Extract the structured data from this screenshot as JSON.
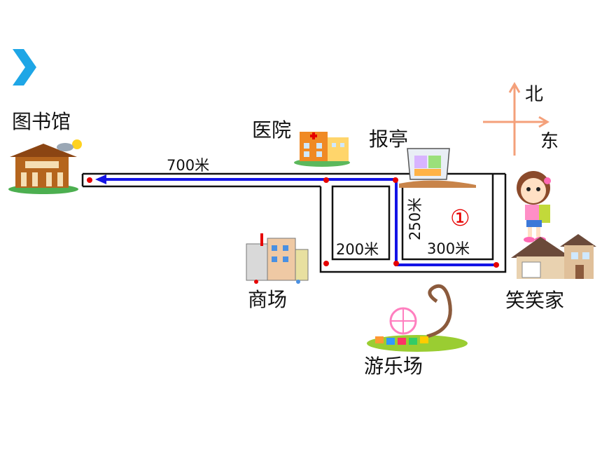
{
  "colors": {
    "accent": "#1ea6e6",
    "route": "#1414e6",
    "road": "#111111",
    "point": "#e60000",
    "compass": "#f4a07a"
  },
  "compass": {
    "north": "北",
    "east": "东"
  },
  "places": {
    "library": "图书馆",
    "hospital": "医院",
    "kiosk": "报亭",
    "mall": "商场",
    "home": "笑笑家",
    "park": "游乐场"
  },
  "distances": {
    "d700": "700米",
    "d250": "250米",
    "d200": "200米",
    "d300": "300米"
  },
  "route_number": "①"
}
